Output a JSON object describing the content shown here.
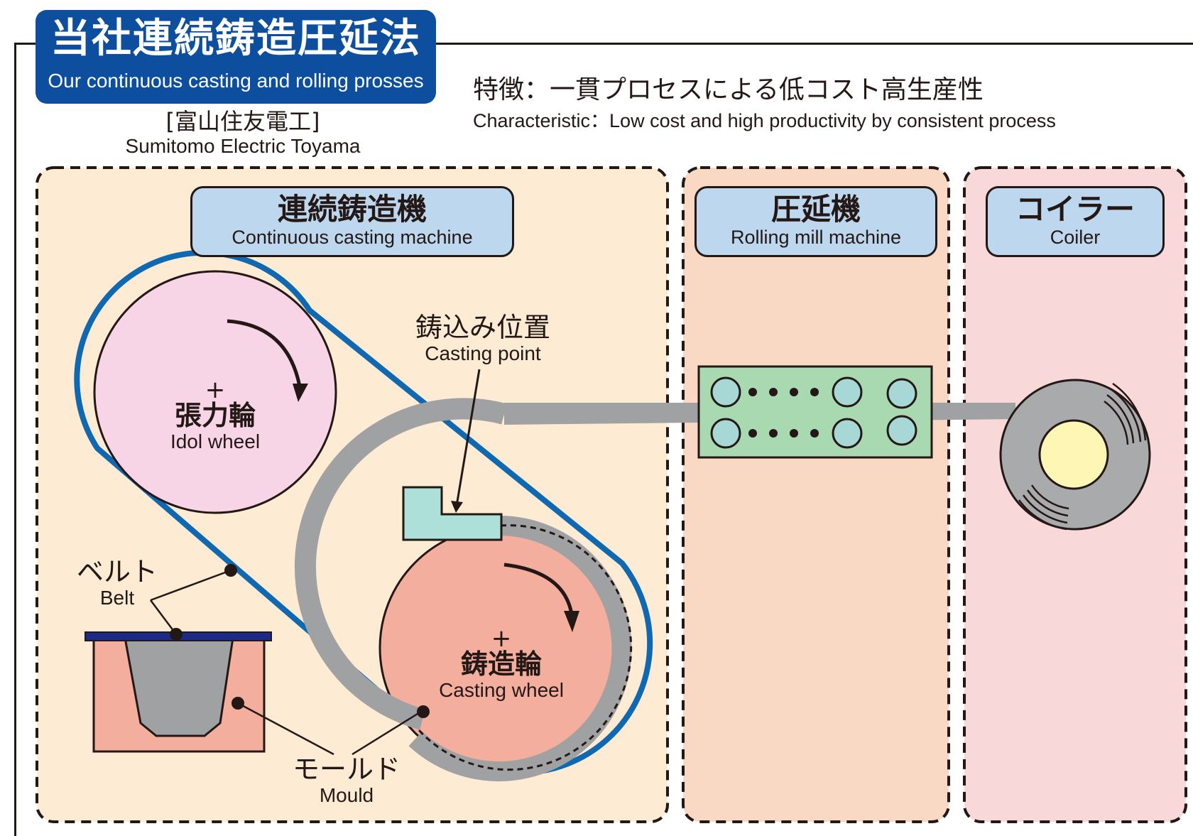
{
  "header": {
    "title_jp": "当社連続鋳造圧延法",
    "title_en": "Our continuous casting and rolling prosses",
    "company_jp": "[富山住友電工]",
    "company_en": "Sumitomo Electric Toyama",
    "feature_jp": "特徴：一貫プロセスによる低コスト高生産性",
    "feature_en": "Characteristic：Low cost and high productivity by consistent process"
  },
  "sections": {
    "casting": {
      "jp": "連続鋳造機",
      "en": "Continuous casting  machine"
    },
    "rolling": {
      "jp": "圧延機",
      "en": "Rolling mill machine"
    },
    "coiler": {
      "jp": "コイラー",
      "en": "Coiler"
    }
  },
  "labels": {
    "casting_point_jp": "鋳込み位置",
    "casting_point_en": "Casting point",
    "idol_plus": "+",
    "idol_jp": "張力輪",
    "idol_en": "Idol wheel",
    "wheel_plus": "+",
    "wheel_jp": "鋳造輪",
    "wheel_en": "Casting wheel",
    "belt_jp": "ベルト",
    "belt_en": "Belt",
    "mould_jp": "モールド",
    "mould_en": "Mould"
  },
  "colors": {
    "badge": "#0d4f9e",
    "section_label": "#bdd7ee",
    "casting_panel": "#fdebd3",
    "rolling_panel": "#f9d9c4",
    "coiler_panel": "#f8d8d8",
    "idol_wheel": "#f7d5e6",
    "casting_wheel": "#f3ae9e",
    "belt": "#0e68b2",
    "strip": "#a0a1a3",
    "mould_block": "#aee0da",
    "rolling_mill": "#a9d9b0",
    "rolls": "#a8d8d6",
    "coil_core": "#fdf6b5"
  }
}
